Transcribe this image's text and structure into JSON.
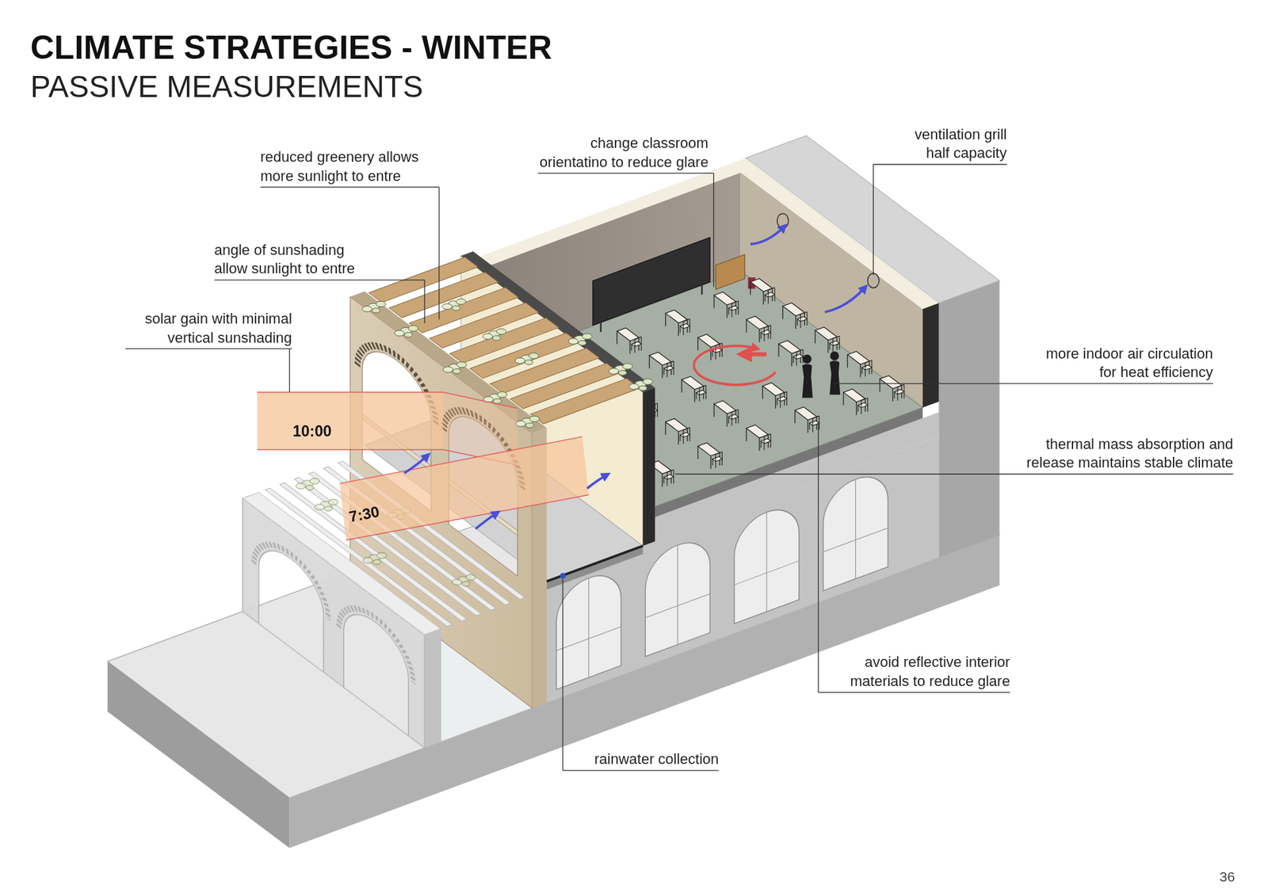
{
  "diagram": {
    "title": "CLIMATE STRATEGIES - WINTER",
    "labels": [
      "PASSIVE MEASUREMENTS",
      "reduced greenery allows more sunlight to entre",
      "angle of sunshading allow sunlight to entre",
      "solar gain with minimal vertical sunshading",
      "change classroom orientatino to reduce glare",
      "ventilation grill half capacity",
      "more indoor air circulation for heat efficiency",
      "thermal mass absorption and release maintains stable climate",
      "avoid reflective interior materials to reduce glare",
      "rainwater collection",
      "10:00",
      "7:30",
      "36"
    ]
  }
}
